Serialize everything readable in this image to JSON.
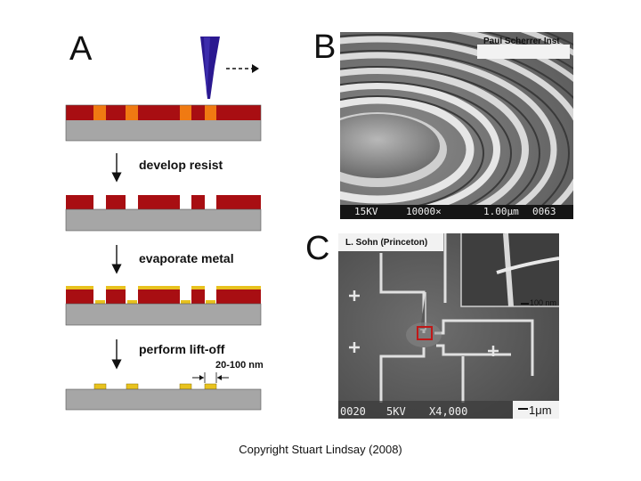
{
  "panels": {
    "a": {
      "letter": "A"
    },
    "b": {
      "letter": "B",
      "credit": "Paul Scherrer Inst",
      "bar": [
        "15KV",
        "10000×",
        "1.00μm",
        "0063"
      ]
    },
    "c": {
      "letter": "C",
      "credit": "L. Sohn (Princeton)",
      "bar": [
        "0020",
        "5KV",
        "X4,000"
      ],
      "inset_scale": "100 nm",
      "scale": "1μm"
    }
  },
  "steps": [
    {
      "label": "develop resist"
    },
    {
      "label": "evaporate metal"
    },
    {
      "label": "perform lift-off"
    }
  ],
  "dimension_label": "20-100 nm",
  "footer": {
    "copyright": "Copyright Stuart Lindsay (2008)"
  },
  "colors": {
    "resist": "#a80e12",
    "substrate": "#a6a6a6",
    "exposed": "#f07a12",
    "metal": "#e8c21e",
    "tip": "#2a1890"
  }
}
